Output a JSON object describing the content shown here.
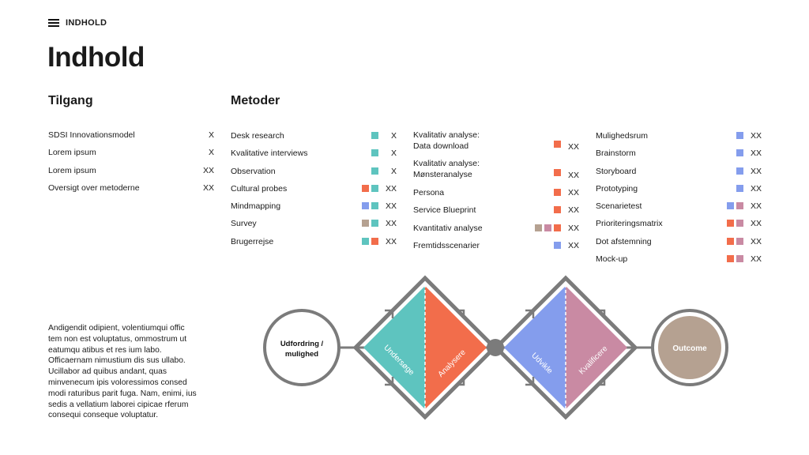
{
  "header": {
    "label": "INDHOLD"
  },
  "title": "Indhold",
  "sections": {
    "tilgang": "Tilgang",
    "metoder": "Metoder"
  },
  "colors": {
    "teal": "#5ec4bf",
    "orange": "#f26d4b",
    "blue": "#849ded",
    "pink": "#c98aa3",
    "tan": "#b5a191",
    "grey": "#7b7b7b"
  },
  "tilgang": [
    {
      "label": "SDSI Innovationsmodel",
      "value": "X"
    },
    {
      "label": "Lorem ipsum",
      "value": "X"
    },
    {
      "label": "Lorem ipsum",
      "value": "XX"
    },
    {
      "label": "Oversigt over metoderne",
      "value": "XX"
    }
  ],
  "metoder1": [
    {
      "label": "Desk research",
      "value": "X",
      "colors": [
        "teal"
      ]
    },
    {
      "label": "Kvalitative interviews",
      "value": "X",
      "colors": [
        "teal"
      ]
    },
    {
      "label": "Observation",
      "value": "X",
      "colors": [
        "teal"
      ]
    },
    {
      "label": "Cultural probes",
      "value": "XX",
      "colors": [
        "orange",
        "teal"
      ]
    },
    {
      "label": "Mindmapping",
      "value": "XX",
      "colors": [
        "blue",
        "teal"
      ]
    },
    {
      "label": "Survey",
      "value": "XX",
      "colors": [
        "tan",
        "teal"
      ]
    },
    {
      "label": "Brugerrejse",
      "value": "XX",
      "colors": [
        "teal",
        "orange"
      ]
    }
  ],
  "metoder2": [
    {
      "label": "Kvalitativ analyse:",
      "label2": "Data download",
      "value": "XX",
      "colors": [
        "orange"
      ],
      "tall": true
    },
    {
      "label": "Kvalitativ analyse:",
      "label2": "Mønsteranalyse",
      "value": "XX",
      "colors": [
        "orange"
      ],
      "tall": true
    },
    {
      "label": "Persona",
      "value": "XX",
      "colors": [
        "orange"
      ]
    },
    {
      "label": "Service Blueprint",
      "value": "XX",
      "colors": [
        "orange"
      ]
    },
    {
      "label": "Kvantitativ analyse",
      "value": "XX",
      "colors": [
        "tan",
        "pink",
        "orange"
      ]
    },
    {
      "label": "Fremtidsscenarier",
      "value": "XX",
      "colors": [
        "blue"
      ]
    }
  ],
  "metoder3": [
    {
      "label": "Mulighedsrum",
      "value": "XX",
      "colors": [
        "blue"
      ]
    },
    {
      "label": "Brainstorm",
      "value": "XX",
      "colors": [
        "blue"
      ]
    },
    {
      "label": "Storyboard",
      "value": "XX",
      "colors": [
        "blue"
      ]
    },
    {
      "label": "Prototyping",
      "value": "XX",
      "colors": [
        "blue"
      ]
    },
    {
      "label": "Scenarietest",
      "value": "XX",
      "colors": [
        "blue",
        "pink"
      ]
    },
    {
      "label": "Prioriteringsmatrix",
      "value": "XX",
      "colors": [
        "orange",
        "pink"
      ]
    },
    {
      "label": "Dot afstemning",
      "value": "XX",
      "colors": [
        "orange",
        "pink"
      ]
    },
    {
      "label": "Mock-up",
      "value": "XX",
      "colors": [
        "orange",
        "pink"
      ]
    }
  ],
  "body_text": "Andigendit odipient, volentiumqui offic tem non est voluptatus, ommostrum ut eatumqu atibus et res ium labo. Officaernam nimustium dis sus ullabo. Ucillabor ad quibus andant, quas minvenecum ipis voloressimos consed modi raturibus parit fuga. Nam, enimi, ius sedis a vellatium laborei cipicae rferum consequi conseque voluptatur.",
  "diagram": {
    "start": {
      "line1": "Udfordring /",
      "line2": "mulighed"
    },
    "phases": [
      "Undersøge",
      "Analysere",
      "Udvikle",
      "Kvalificere"
    ],
    "end": "Outcome"
  }
}
